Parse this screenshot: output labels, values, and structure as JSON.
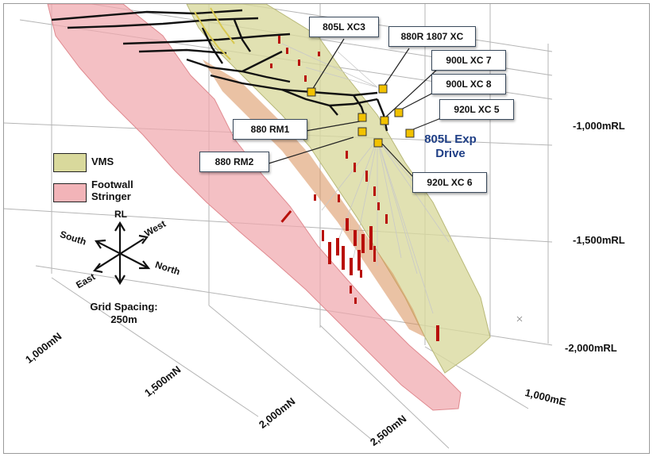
{
  "callouts": {
    "xc3_805l": "805L XC3",
    "xc_880r1807": "880R 1807 XC",
    "xc7_900l": "900L XC 7",
    "xc8_900l": "900L XC 8",
    "xc5_920l": "920L XC 5",
    "rm1_880": "880 RM1",
    "rm2_880": "880 RM2",
    "xc6_920l": "920L XC 6"
  },
  "drive_label": {
    "line1": "805L Exp",
    "line2": "Drive"
  },
  "rl_labels": {
    "rl1000": "-1,000mRL",
    "rl1500": "-1,500mRL",
    "rl2000": "-2,000mRL"
  },
  "north_labels": {
    "n1000": "1,000mN",
    "n1500": "1,500mN",
    "n2000": "2,000mN",
    "n2500": "2,500mN"
  },
  "east_label": "1,000mE",
  "legend": {
    "vms": {
      "label": "VMS",
      "color": "#d9d9a0"
    },
    "footwall": {
      "line1": "Footwall",
      "line2": "Stringer",
      "color": "#f2b4b8"
    }
  },
  "compass": {
    "rl": "RL",
    "west": "West",
    "south": "South",
    "north": "North",
    "east": "East"
  },
  "grid_spacing": {
    "line1": "Grid Spacing:",
    "line2": "250m"
  },
  "colors": {
    "callout_marker": "#f2c200",
    "drill_hole": "#b80f0a",
    "drive_text": "#1f3f86"
  }
}
